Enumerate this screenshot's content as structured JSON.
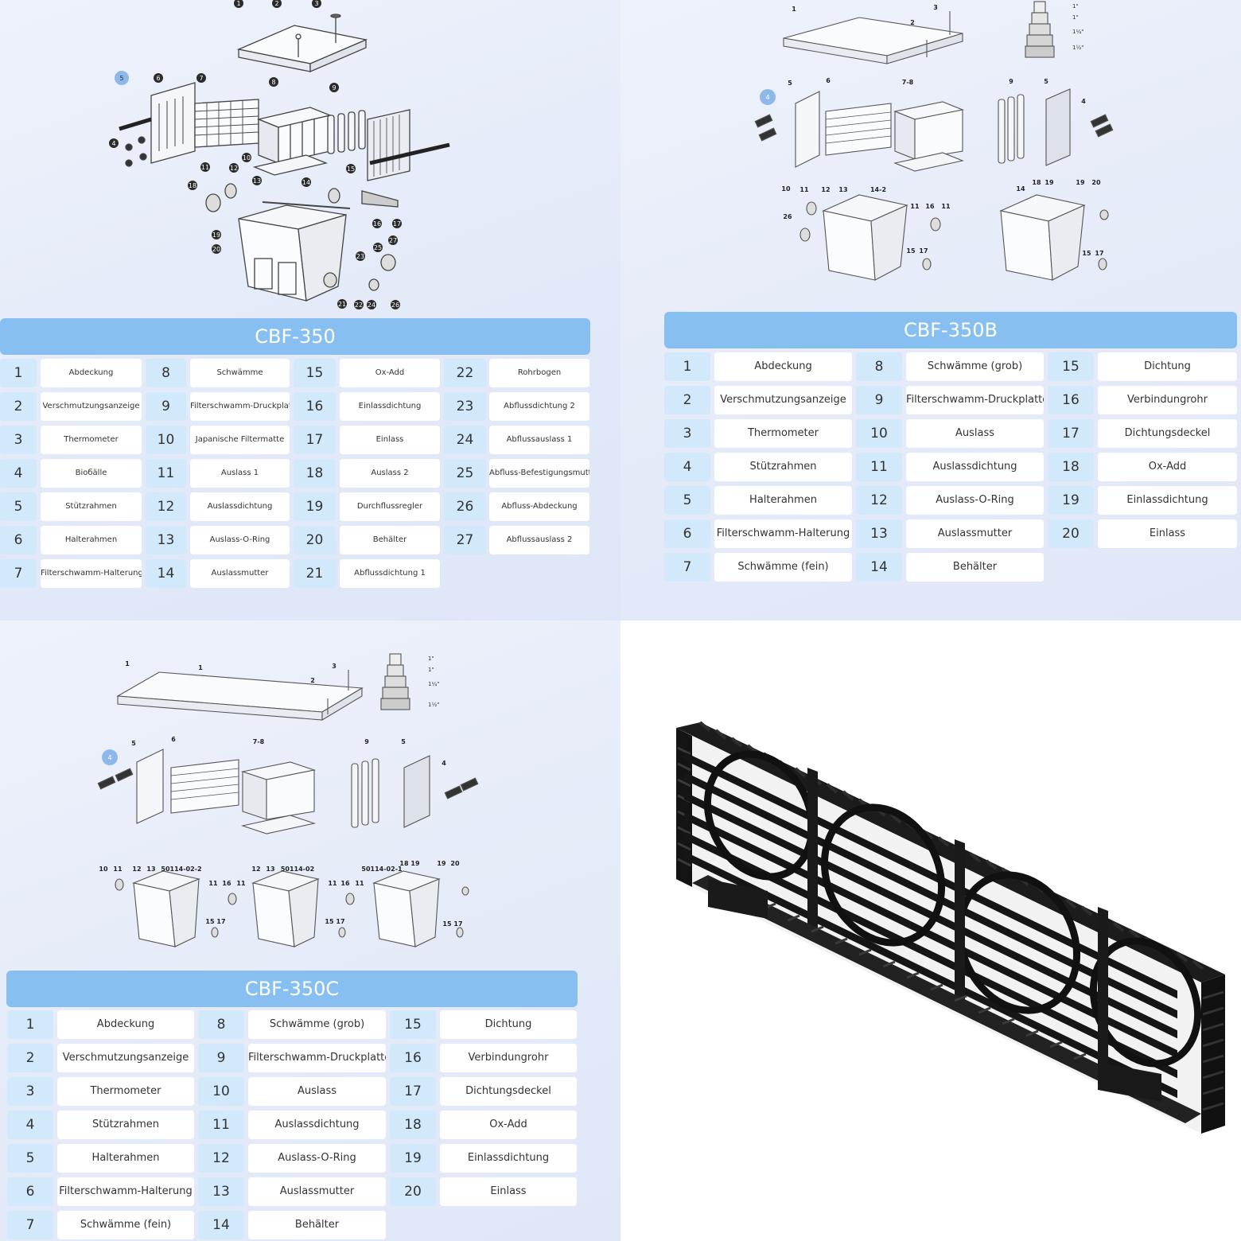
{
  "colors": {
    "banner": "#86bff0",
    "number_cell": "#d2e8fb",
    "label_cell": "#ffffff",
    "background": "#e6ecf9",
    "text": "#333333",
    "callout": "#2b2b2b",
    "callout_highlight": "#8fb8ea"
  },
  "panels": [
    {
      "title": "CBF-350",
      "parts": [
        {
          "n": "1",
          "name": "Abdeckung"
        },
        {
          "n": "2",
          "name": "Verschmutzungsanzeige"
        },
        {
          "n": "3",
          "name": "Thermometer"
        },
        {
          "n": "4",
          "name": "Bioбälle"
        },
        {
          "n": "5",
          "name": "Stützrahmen"
        },
        {
          "n": "6",
          "name": "Halterahmen"
        },
        {
          "n": "7",
          "name": "Filterschwamm-Halterung"
        },
        {
          "n": "8",
          "name": "Schwämme"
        },
        {
          "n": "9",
          "name": "Filterschwamm-Druckplatte"
        },
        {
          "n": "10",
          "name": "Japanische Filtermatte"
        },
        {
          "n": "11",
          "name": "Auslass 1"
        },
        {
          "n": "12",
          "name": "Auslassdichtung"
        },
        {
          "n": "13",
          "name": "Auslass-O-Ring"
        },
        {
          "n": "14",
          "name": "Auslassmutter"
        },
        {
          "n": "15",
          "name": "Ox-Add"
        },
        {
          "n": "16",
          "name": "Einlassdichtung"
        },
        {
          "n": "17",
          "name": "Einlass"
        },
        {
          "n": "18",
          "name": "Auslass 2"
        },
        {
          "n": "19",
          "name": "Durchflussregler"
        },
        {
          "n": "20",
          "name": "Behälter"
        },
        {
          "n": "21",
          "name": "Abflussdichtung 1"
        },
        {
          "n": "22",
          "name": "Rohrbogen"
        },
        {
          "n": "23",
          "name": "Abflussdichtung 2"
        },
        {
          "n": "24",
          "name": "Abflussauslass 1"
        },
        {
          "n": "25",
          "name": "Abfluss-Befestigungsmutter"
        },
        {
          "n": "26",
          "name": "Abfluss-Abdeckung"
        },
        {
          "n": "27",
          "name": "Abflussauslass 2"
        }
      ],
      "callouts": [
        "1",
        "2",
        "3",
        "4",
        "5",
        "6",
        "7",
        "8",
        "9",
        "10",
        "11",
        "12",
        "13",
        "14",
        "15",
        "16",
        "17",
        "18",
        "19",
        "20",
        "21",
        "22",
        "23",
        "24",
        "25",
        "26",
        "27"
      ]
    },
    {
      "title": "CBF-350B",
      "parts": [
        {
          "n": "1",
          "name": "Abdeckung"
        },
        {
          "n": "2",
          "name": "Verschmutzungsanzeige"
        },
        {
          "n": "3",
          "name": "Thermometer"
        },
        {
          "n": "4",
          "name": "Stützrahmen"
        },
        {
          "n": "5",
          "name": "Halterahmen"
        },
        {
          "n": "6",
          "name": "Filterschwamm-Halterung"
        },
        {
          "n": "7",
          "name": "Schwämme (fein)"
        },
        {
          "n": "8",
          "name": "Schwämme (grob)"
        },
        {
          "n": "9",
          "name": "Filterschwamm-Druckplatte"
        },
        {
          "n": "10",
          "name": "Auslass"
        },
        {
          "n": "11",
          "name": "Auslassdichtung"
        },
        {
          "n": "12",
          "name": "Auslass-O-Ring"
        },
        {
          "n": "13",
          "name": "Auslassmutter"
        },
        {
          "n": "14",
          "name": "Behälter"
        },
        {
          "n": "15",
          "name": "Dichtung"
        },
        {
          "n": "16",
          "name": "Verbindungrohr"
        },
        {
          "n": "17",
          "name": "Dichtungsdeckel"
        },
        {
          "n": "18",
          "name": "Ox-Add"
        },
        {
          "n": "19",
          "name": "Einlassdichtung"
        },
        {
          "n": "20",
          "name": "Einlass"
        }
      ],
      "callouts": [
        "1",
        "2",
        "3",
        "4",
        "5",
        "6",
        "7-8",
        "9",
        "5",
        "4",
        "10",
        "11",
        "12",
        "13",
        "14-2",
        "26",
        "11",
        "16",
        "11",
        "15",
        "17",
        "14",
        "18",
        "19",
        "19",
        "20",
        "15",
        "17"
      ]
    },
    {
      "title": "CBF-350C",
      "parts": [
        {
          "n": "1",
          "name": "Abdeckung"
        },
        {
          "n": "2",
          "name": "Verschmutzungsanzeige"
        },
        {
          "n": "3",
          "name": "Thermometer"
        },
        {
          "n": "4",
          "name": "Stützrahmen"
        },
        {
          "n": "5",
          "name": "Halterahmen"
        },
        {
          "n": "6",
          "name": "Filterschwamm-Halterung"
        },
        {
          "n": "7",
          "name": "Schwämme (fein)"
        },
        {
          "n": "8",
          "name": "Schwämme (grob)"
        },
        {
          "n": "9",
          "name": "Filterschwamm-Druckplatte"
        },
        {
          "n": "10",
          "name": "Auslass"
        },
        {
          "n": "11",
          "name": "Auslassdichtung"
        },
        {
          "n": "12",
          "name": "Auslass-O-Ring"
        },
        {
          "n": "13",
          "name": "Auslassmutter"
        },
        {
          "n": "14",
          "name": "Behälter"
        },
        {
          "n": "15",
          "name": "Dichtung"
        },
        {
          "n": "16",
          "name": "Verbindungrohr"
        },
        {
          "n": "17",
          "name": "Dichtungsdeckel"
        },
        {
          "n": "18",
          "name": "Ox-Add"
        },
        {
          "n": "19",
          "name": "Einlassdichtung"
        },
        {
          "n": "20",
          "name": "Einlass"
        }
      ],
      "callouts": [
        "1",
        "1",
        "2",
        "3",
        "4",
        "5",
        "6",
        "7-8",
        "9",
        "5",
        "4",
        "10",
        "11",
        "12",
        "13",
        "50114-02-2",
        "11",
        "16",
        "11",
        "12",
        "13",
        "50114-02",
        "11",
        "16",
        "11",
        "50114-02-1",
        "18",
        "19",
        "19",
        "20",
        "15",
        "17",
        "15",
        "17",
        "15",
        "17"
      ]
    }
  ],
  "hose_adapter_sizes": [
    "1\"",
    "1\"",
    "1¼\"",
    "1½\""
  ],
  "product_photo": {
    "subject": "black plastic filter grid frame"
  }
}
